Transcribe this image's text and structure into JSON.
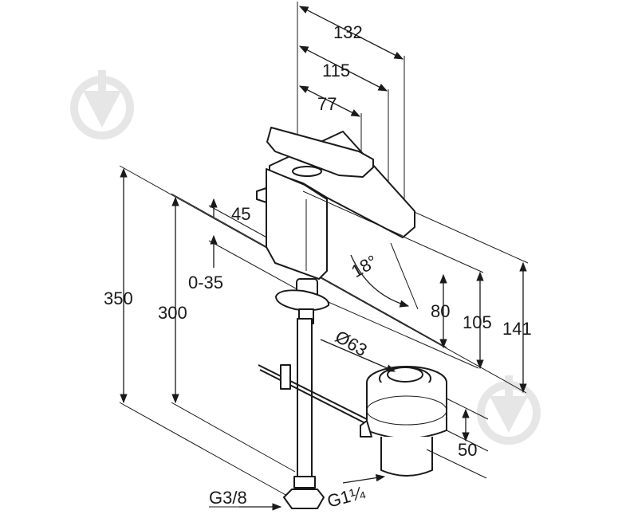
{
  "dimensions": {
    "width_132": "132",
    "width_115": "115",
    "width_77": "77",
    "offset_45": "45",
    "stroke_0_35": "0-35",
    "angle_18": "18°",
    "height_350": "350",
    "height_300": "300",
    "height_80": "80",
    "height_105": "105",
    "height_141": "141",
    "drain_diameter": "Ø63",
    "drain_height_50": "50",
    "hose_thread": "G3/8",
    "drain_thread": "G1¼"
  },
  "watermark_icon": "warning-drop-triangle-icon",
  "colors": {
    "line": "#1a1a1a",
    "watermark": "#e6e6e6",
    "background": "#ffffff"
  }
}
